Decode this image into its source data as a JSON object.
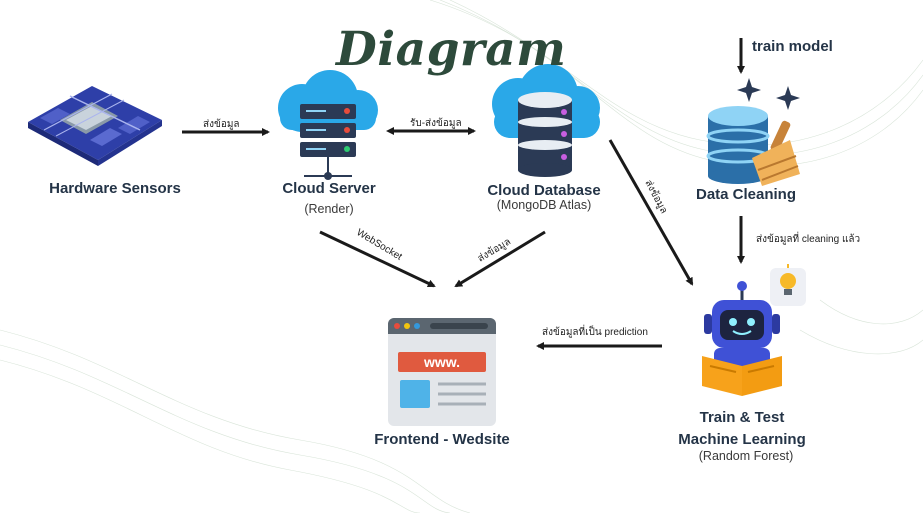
{
  "title": "Diagram",
  "nodes": {
    "hardware": {
      "title": "Hardware Sensors"
    },
    "server": {
      "title": "Cloud Server",
      "subtitle": "(Render)"
    },
    "database": {
      "title": "Cloud Database",
      "subtitle": "(MongoDB Atlas)"
    },
    "cleaning": {
      "title": "Data Cleaning"
    },
    "ml": {
      "title_line1": "Train & Test",
      "title_line2": "Machine Learning",
      "subtitle": "(Random Forest)"
    },
    "frontend": {
      "title": "Frontend - Wedsite",
      "browser_text": "www."
    }
  },
  "edges": {
    "hw_to_server": "ส่งข้อมูล",
    "server_db": "รับ-ส่งข้อมูล",
    "server_to_front": "WebSocket",
    "db_to_front": "ส่งข้อมูล",
    "db_to_ml": "ส่งข้อมูล",
    "train_model": "train model",
    "clean_to_ml": "ส่งข้อมูลที่ cleaning แล้ว",
    "ml_to_front": "ส่งข้อมูลที่เป็น prediction"
  },
  "colors": {
    "title": "#2d4a3b",
    "arrow": "#1a1a1a",
    "cloud": "#2aa8e8",
    "server": "#2b3a55",
    "robot": "#3f51d6",
    "book": "#f7a21b"
  }
}
